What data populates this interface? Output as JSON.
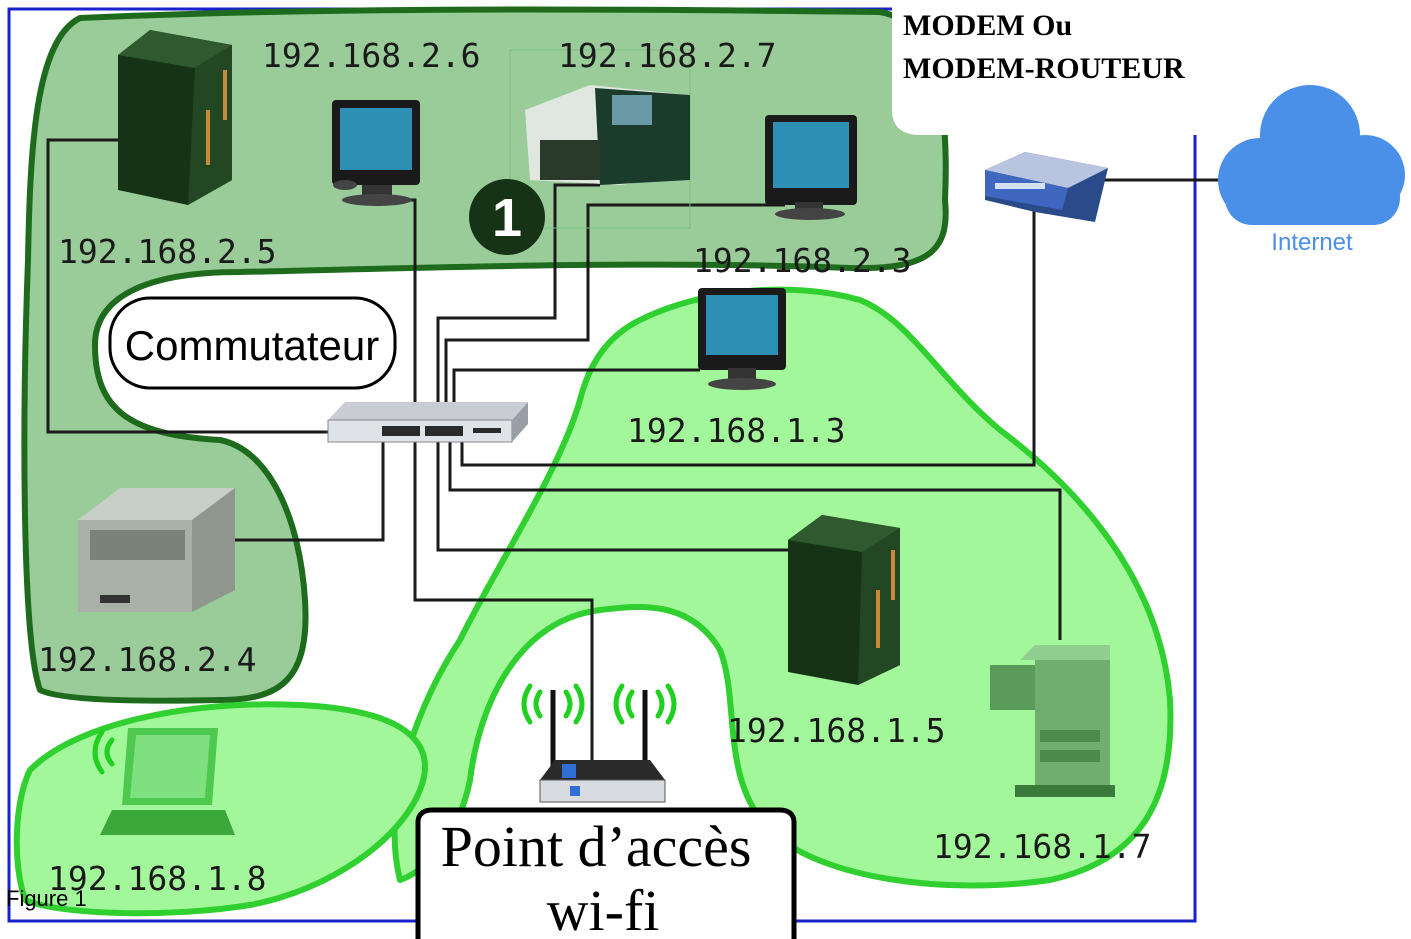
{
  "modem": {
    "line1": "MODEM Ou",
    "line2": "MODEM-ROUTEUR"
  },
  "internet_label": "Internet",
  "switch_label": "Commutateur",
  "access_point": {
    "line1": "Point d’accès",
    "line2": "wi-fi"
  },
  "figure_caption": "Figure 1",
  "marker_number": "1",
  "hosts": {
    "ip_2_5": "192.168.2.5",
    "ip_2_6": "192.168.2.6",
    "ip_2_7": "192.168.2.7",
    "ip_2_3": "192.168.2.3",
    "ip_2_4": "192.168.2.4",
    "ip_1_3": "192.168.1.3",
    "ip_1_5": "192.168.1.5",
    "ip_1_7": "192.168.1.7",
    "ip_1_8": "192.168.1.8"
  },
  "colors": {
    "frame_blue": "#1a22cc",
    "lan2_fill": "#99cc99",
    "lan2_stroke": "#1e6b1e",
    "lan1_fill": "#a2f79a",
    "lan1_stroke": "#2fd02f",
    "cloud": "#4a8fe8",
    "wire": "#1a1a1a"
  }
}
